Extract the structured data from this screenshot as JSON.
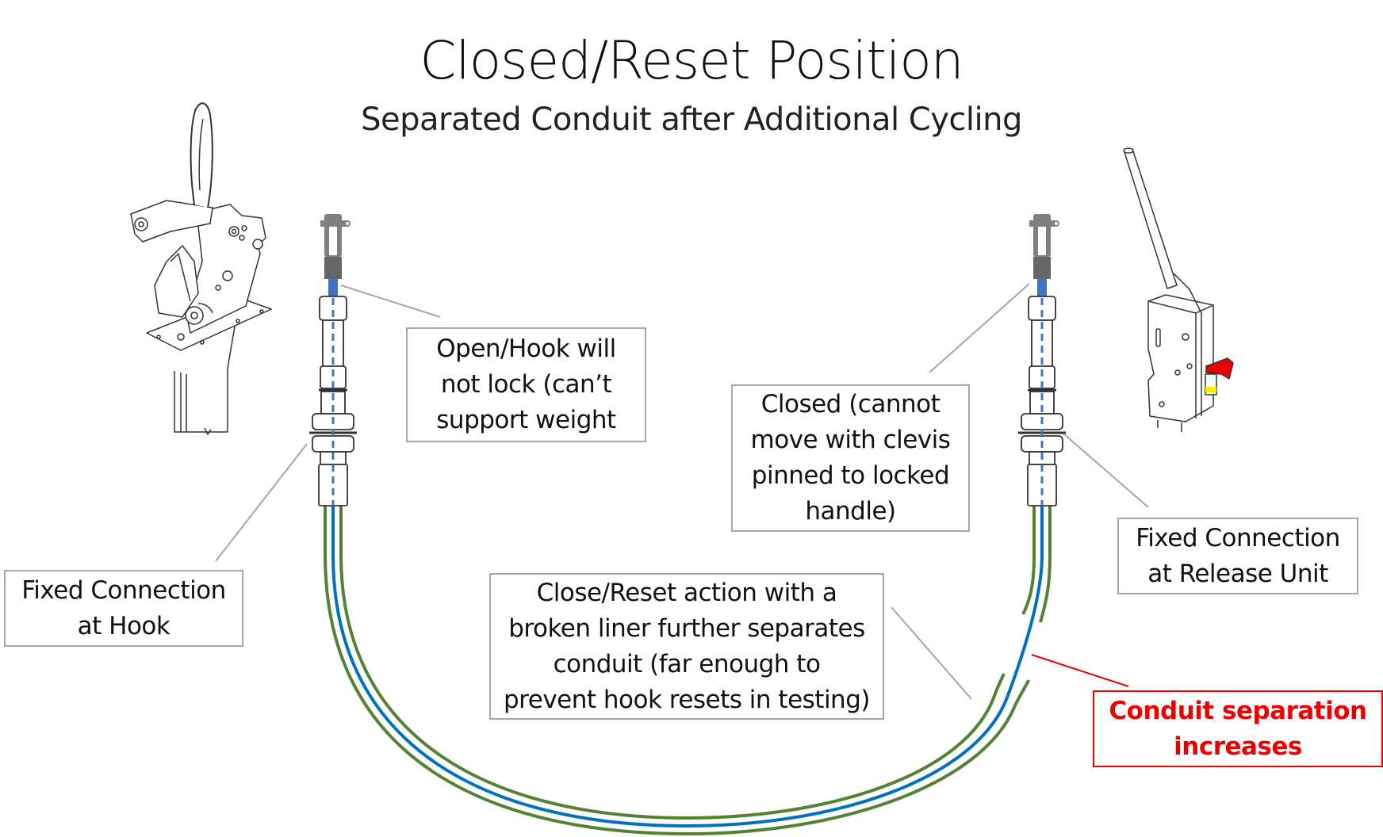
{
  "slide": {
    "title": "Closed/Reset Position",
    "subtitle": "Separated Conduit after Additional Cycling"
  },
  "callouts": {
    "open_hook": "Open/Hook will\nnot lock (can’t\nsupport weight",
    "closed": "Closed (cannot\nmove with clevis\npinned to locked\nhandle)",
    "fixed_hook": "Fixed Connection\nat Hook",
    "fixed_release": "Fixed Connection\nat Release Unit",
    "close_reset": "Close/Reset action with a\nbroken liner further separates\nconduit (far enough to\nprevent hook resets in testing)",
    "separation": "Conduit separation\nincreases"
  },
  "colors": {
    "conduit": "#548235",
    "inner_cable": "#0070c0",
    "rod": "#4472c4",
    "leader": "#a6a6a6",
    "highlight": "#ee0000",
    "clevis": "#7f7f7f"
  },
  "icons": {
    "hook_assembly": "release-hook-drawing",
    "release_unit": "release-unit-handle-drawing",
    "left_clevis": "clevis-cable-end",
    "right_clevis": "clevis-cable-end"
  }
}
